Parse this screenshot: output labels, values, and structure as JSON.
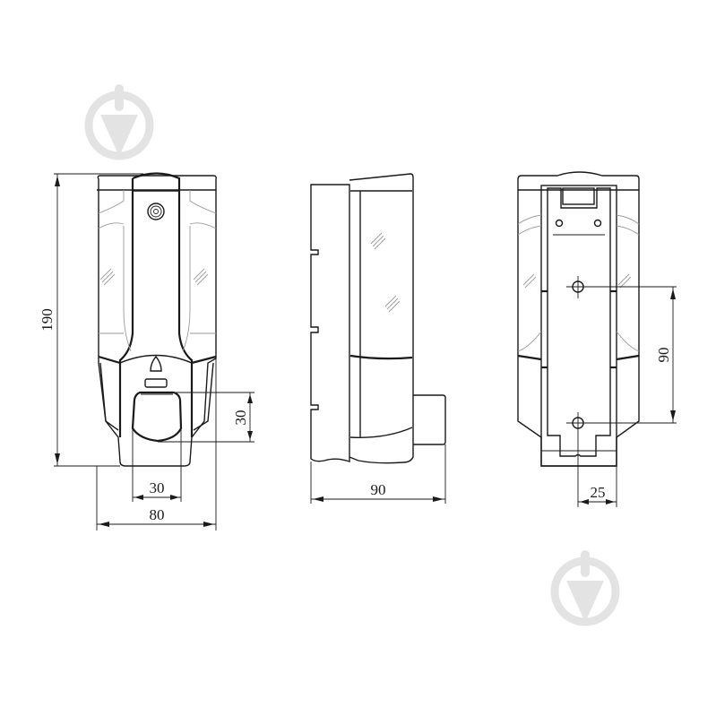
{
  "drawing": {
    "subject": "Wall-mounted soap dispenser",
    "units": "mm",
    "views": [
      {
        "name": "front",
        "dimensions": {
          "height": "190",
          "width": "80",
          "button_width": "30",
          "button_height": "30"
        }
      },
      {
        "name": "side",
        "dimensions": {
          "depth": "90"
        }
      },
      {
        "name": "back",
        "dimensions": {
          "mount_hole_spacing": "90",
          "hole_offset": "25"
        }
      }
    ]
  },
  "labels": {
    "front_height": "190",
    "front_width": "80",
    "front_button_width": "30",
    "front_button_height": "30",
    "side_depth": "90",
    "back_hole_spacing": "90",
    "back_hole_offset": "25"
  },
  "watermark": {
    "icon": "trowel-in-circle-icon",
    "color": "#e3e3e3"
  }
}
